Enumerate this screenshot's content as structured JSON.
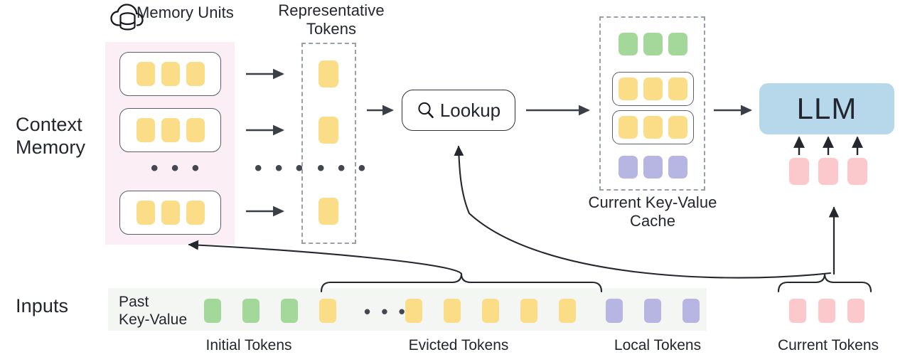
{
  "diagram": {
    "title": "Context Memory LLM KV-cache lookup diagram",
    "row_labels": {
      "context_memory": "Context\nMemory",
      "inputs": "Inputs"
    },
    "headings": {
      "memory_units": "Memory Units",
      "representative_tokens": "Representative\nTokens",
      "kv_cache": "Current Key-Value\nCache"
    },
    "lookup": {
      "label": "Lookup",
      "icon": "search-icon"
    },
    "llm": {
      "label": "LLM"
    },
    "ellipsis": "• • •",
    "inputs_strip": {
      "past_kv_label": "Past\nKey-Value",
      "ellipsis": "• • •",
      "tokens": [
        {
          "type": "initial",
          "color": "#a4d79a"
        },
        {
          "type": "initial",
          "color": "#a4d79a"
        },
        {
          "type": "initial",
          "color": "#a4d79a"
        },
        {
          "type": "evicted",
          "color": "#fcdd87"
        },
        {
          "type": "evicted",
          "color": "#fcdd87"
        },
        {
          "type": "evicted",
          "color": "#fcdd87"
        },
        {
          "type": "evicted",
          "color": "#fcdd87"
        },
        {
          "type": "evicted",
          "color": "#fcdd87"
        },
        {
          "type": "evicted",
          "color": "#fcdd87"
        },
        {
          "type": "local",
          "color": "#b7b6e2"
        },
        {
          "type": "local",
          "color": "#b7b6e2"
        },
        {
          "type": "local",
          "color": "#b7b6e2"
        }
      ],
      "current_tokens": [
        {
          "type": "current",
          "color": "#fbc9cc"
        },
        {
          "type": "current",
          "color": "#fbc9cc"
        },
        {
          "type": "current",
          "color": "#fbc9cc"
        }
      ]
    },
    "captions": {
      "initial": "Initial Tokens",
      "evicted": "Evicted Tokens",
      "local": "Local Tokens",
      "current": "Current Tokens"
    },
    "memory_units": [
      {
        "tokens": [
          "#fcdd87",
          "#fcdd87",
          "#fcdd87"
        ]
      },
      {
        "tokens": [
          "#fcdd87",
          "#fcdd87",
          "#fcdd87"
        ]
      },
      {
        "tokens": [
          "#fcdd87",
          "#fcdd87",
          "#fcdd87"
        ]
      }
    ],
    "representative_tokens": [
      "#fcdd87",
      "#fcdd87",
      "#fcdd87"
    ],
    "kv_cache_rows": [
      {
        "boxed": false,
        "tokens": [
          "#a4d79a",
          "#a4d79a",
          "#a4d79a"
        ]
      },
      {
        "boxed": true,
        "tokens": [
          "#fcdd87",
          "#fcdd87",
          "#fcdd87"
        ]
      },
      {
        "boxed": true,
        "tokens": [
          "#fcdd87",
          "#fcdd87",
          "#fcdd87"
        ]
      },
      {
        "boxed": false,
        "tokens": [
          "#b7b6e2",
          "#b7b6e2",
          "#b7b6e2"
        ]
      }
    ],
    "llm_input_tokens": [
      "#fbc9cc",
      "#fbc9cc",
      "#fbc9cc"
    ],
    "colors": {
      "yellow_token": "#fcdd87",
      "green_token": "#a4d79a",
      "purple_token": "#b7b6e2",
      "pink_token": "#fbc9cc",
      "llm_block": "#b6d8ea",
      "context_memory_panel": "#fbeef4",
      "inputs_strip": "#f4f6f4",
      "stroke": "#2f333b",
      "dashed_stroke": "#9aa0a9",
      "text": "#23262e"
    }
  }
}
